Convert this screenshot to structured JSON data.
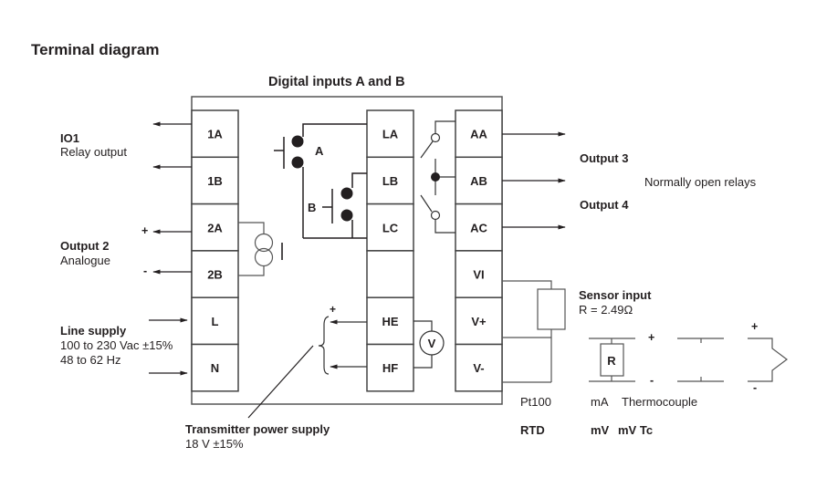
{
  "title": "Terminal diagram",
  "header": "Digital inputs A and B",
  "terminals": {
    "col1": [
      "1A",
      "1B",
      "2A",
      "2B",
      "L",
      "N"
    ],
    "col2": [
      "LA",
      "LB",
      "LC",
      "",
      "HE",
      "HF"
    ],
    "col3": [
      "AA",
      "AB",
      "AC",
      "VI",
      "V+",
      "V-"
    ]
  },
  "left_labels": {
    "io1": {
      "title": "IO1",
      "subtitle": "Relay output"
    },
    "output2": {
      "title": "Output 2",
      "subtitle": "Analogue",
      "plus": "+",
      "minus": "-"
    },
    "line_supply": {
      "title": "Line supply",
      "line1": "100 to 230 Vac ±15%",
      "line2": "48 to 62 Hz"
    }
  },
  "digital_inputs": {
    "a_label": "A",
    "b_label": "B"
  },
  "transmitter": {
    "title": "Transmitter power supply",
    "subtitle": "18 V ±15%",
    "plus": "+",
    "meter": "V"
  },
  "right_labels": {
    "output3": "Output 3",
    "output4": "Output 4",
    "relays_note": "Normally open relays",
    "sensor_title": "Sensor input",
    "sensor_value": "R = 2.49Ω"
  },
  "sensor_types": {
    "pt100": "Pt100",
    "rtd": "RTD",
    "ma": "mA",
    "mv": "mV",
    "thermocouple": "Thermocouple",
    "mv_tc": "mV Tc",
    "resistor": "R",
    "plus": "+",
    "minus": "-"
  }
}
